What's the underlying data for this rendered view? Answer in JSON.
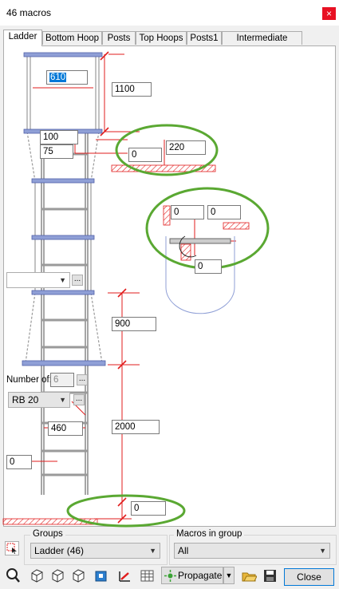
{
  "window": {
    "title": "46 macros",
    "close_glyph": "×"
  },
  "tabs": [
    {
      "label": "Ladder",
      "active": true
    },
    {
      "label": "Bottom Hoop"
    },
    {
      "label": "Posts"
    },
    {
      "label": "Top Hoops"
    },
    {
      "label": "Posts1"
    },
    {
      "label": "Intermediate Hoops"
    }
  ],
  "fields": {
    "top_width": "610",
    "top_height": "1100",
    "offset_100": "100",
    "offset_75": "75",
    "offset_0_a": "0",
    "height_220": "220",
    "hoop_0_left": "0",
    "hoop_0_right": "0",
    "hoop_0_bottom": "0",
    "spacing_900": "900",
    "number_of_value": "6",
    "rung_profile": "RB 20",
    "rung_width": "460",
    "spacing_2000": "2000",
    "left_offset": "0",
    "bottom_offset": "0"
  },
  "labels": {
    "number_of": "Number of:",
    "dots": "..."
  },
  "groups": {
    "label": "Groups",
    "value": "Ladder (46)"
  },
  "macros_in_group": {
    "label": "Macros in group",
    "value": "All"
  },
  "toolbar": {
    "propagate": "Propagate",
    "close": "Close"
  },
  "colors": {
    "dim": "#e11d1d",
    "highlight": "#55a630",
    "rung": "#7f8fcf",
    "selection": "#0078d7"
  }
}
